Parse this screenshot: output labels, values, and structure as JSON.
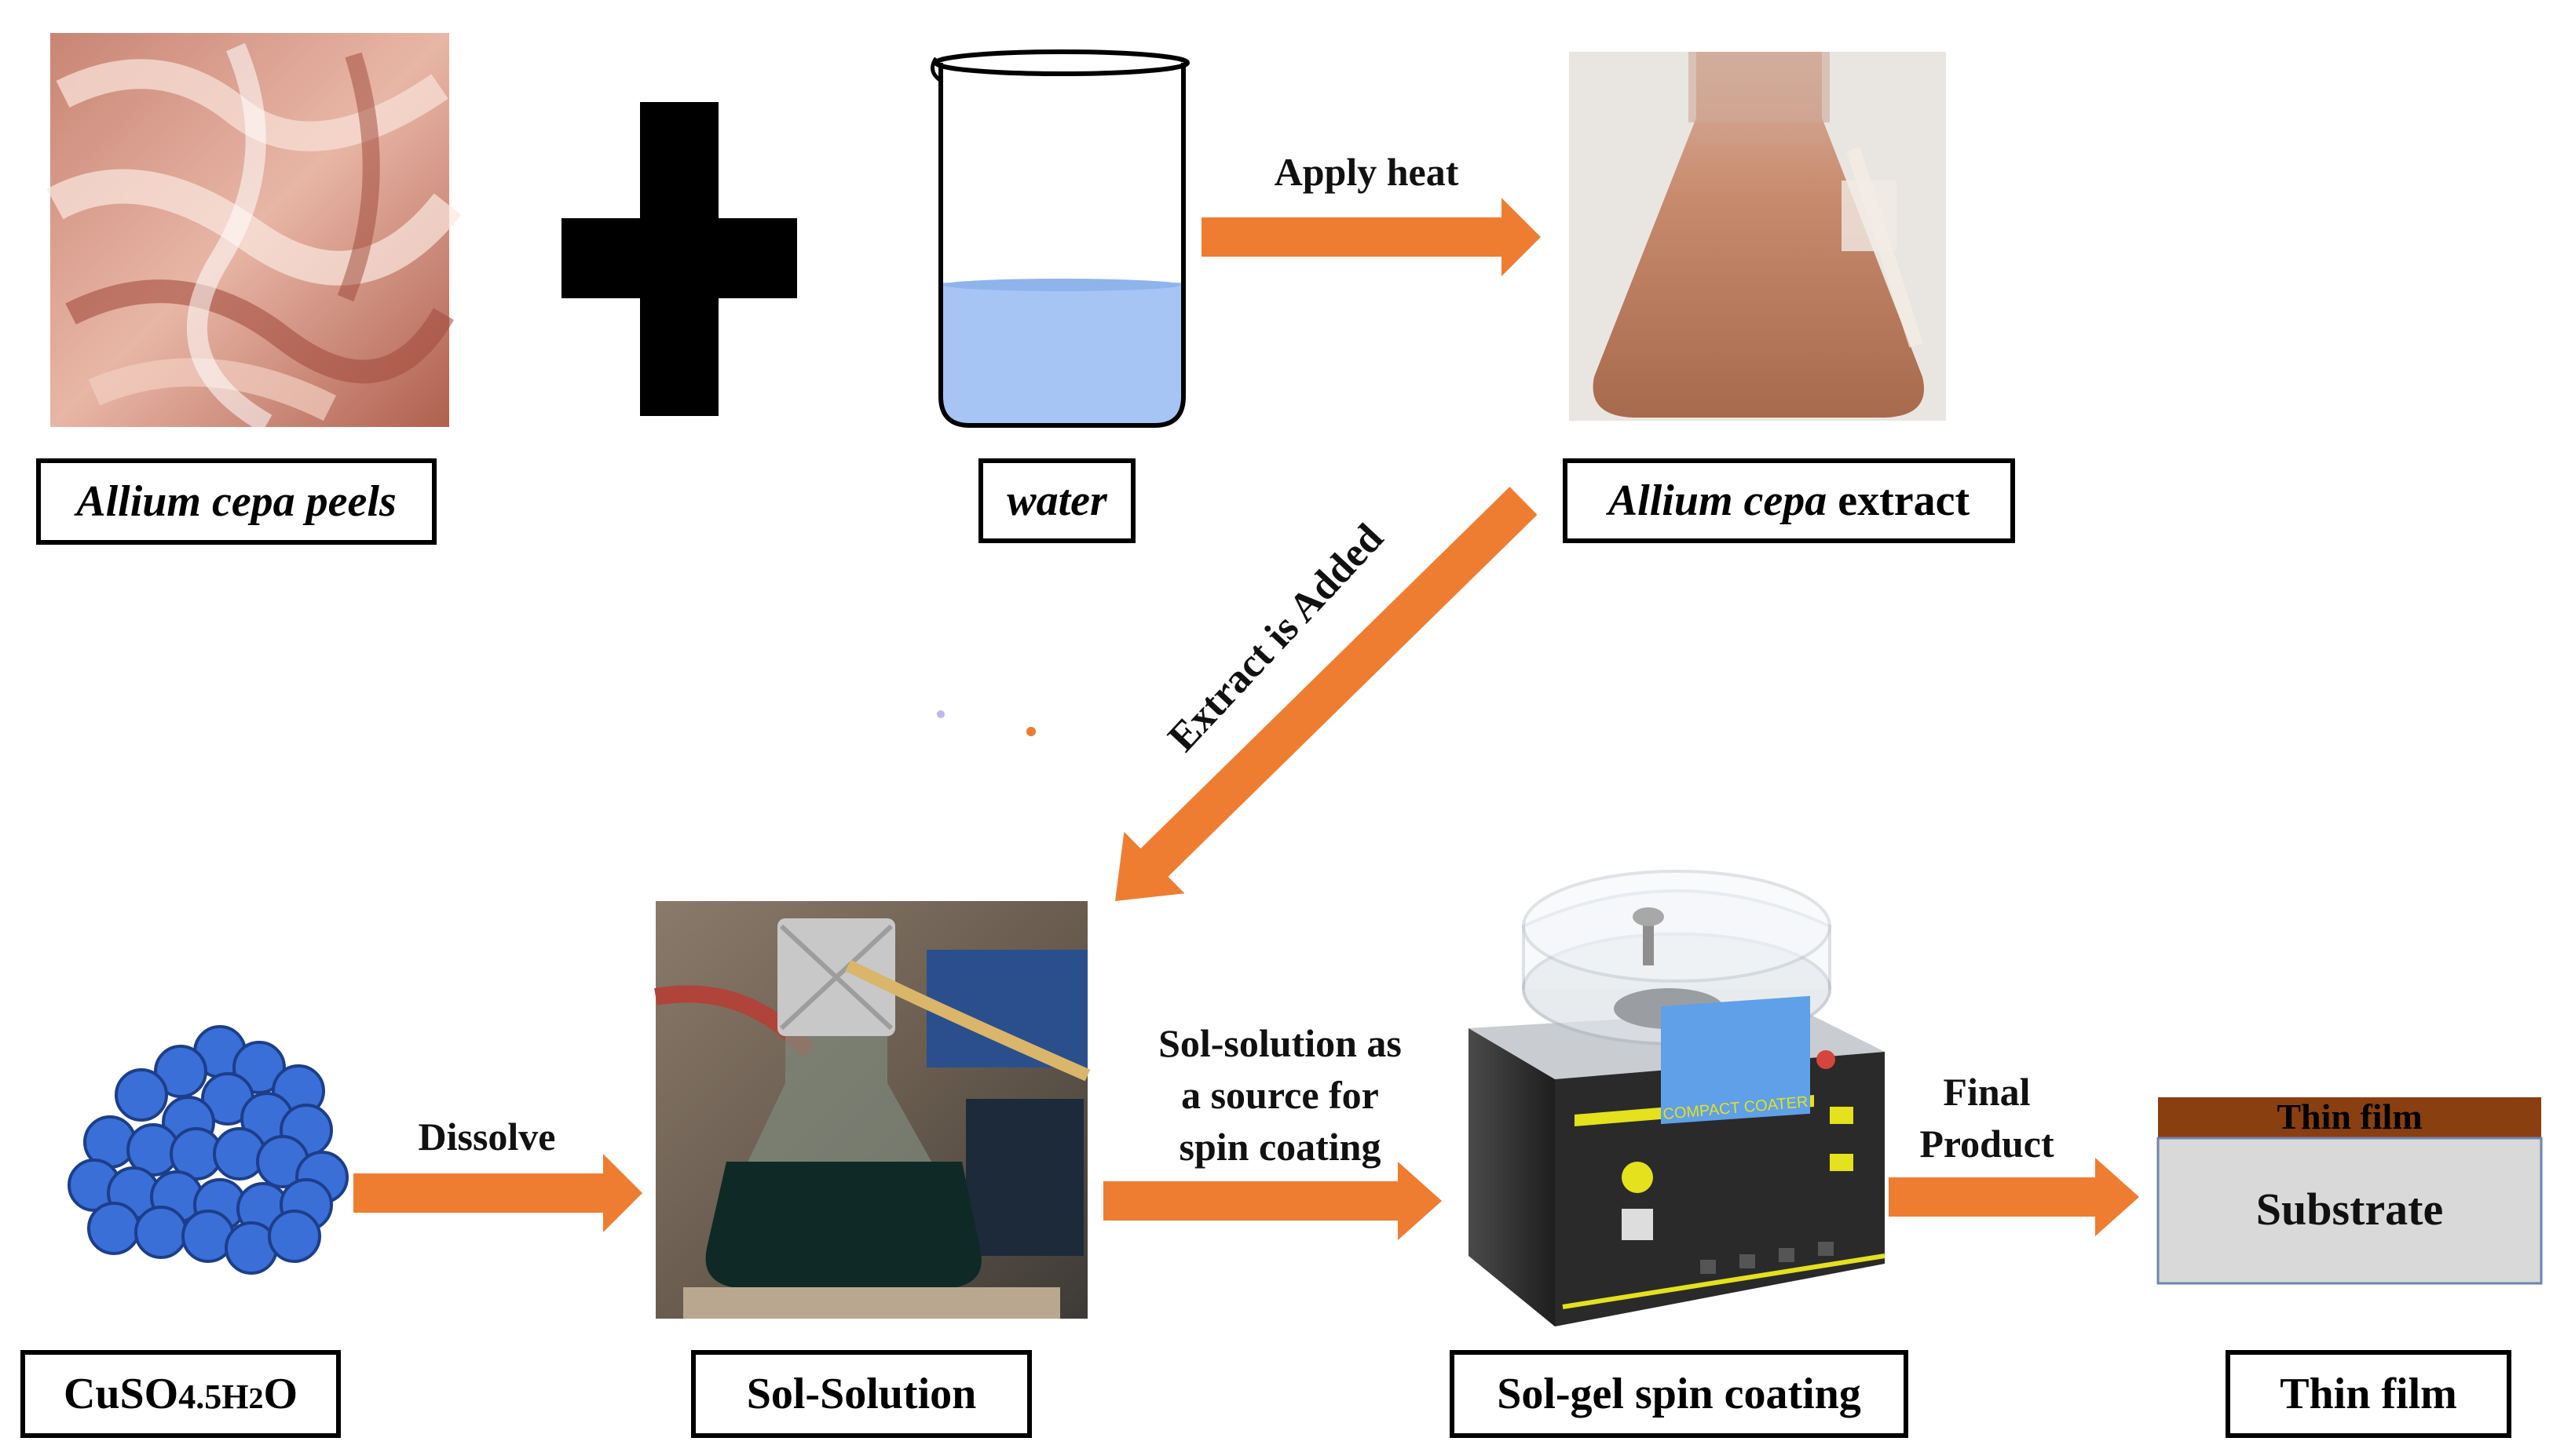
{
  "diagram": {
    "boxes": {
      "peels_italic": "Allium cepa peels",
      "water": "water",
      "extract_italic": "Allium cepa",
      "extract_rest": " extract",
      "cuso4_a": "CuSO",
      "cuso4_b": "4.5H",
      "cuso4_c": "2",
      "cuso4_d": "O",
      "sol_solution": "Sol-Solution",
      "spin_coating": "Sol-gel spin coating",
      "thin_film": "Thin film"
    },
    "arrow_labels": {
      "apply_heat": "Apply  heat",
      "extract_added": "Extract is Added",
      "dissolve": "Dissolve",
      "sol_source_1": "Sol-solution  as",
      "sol_source_2": "a source for",
      "sol_source_3": "spin  coating",
      "final_1": "Final",
      "final_2": "Product"
    },
    "thin_film_stack": {
      "top_layer": "Thin film",
      "substrate": "Substrate"
    },
    "coater_text": "COMPACT COATER",
    "colors": {
      "arrow": "#ee7d31",
      "water": "#a6c5f5",
      "particle": "#3a6fd8",
      "film_layer": "#8a3f10",
      "substrate": "#d9d9d9"
    }
  }
}
